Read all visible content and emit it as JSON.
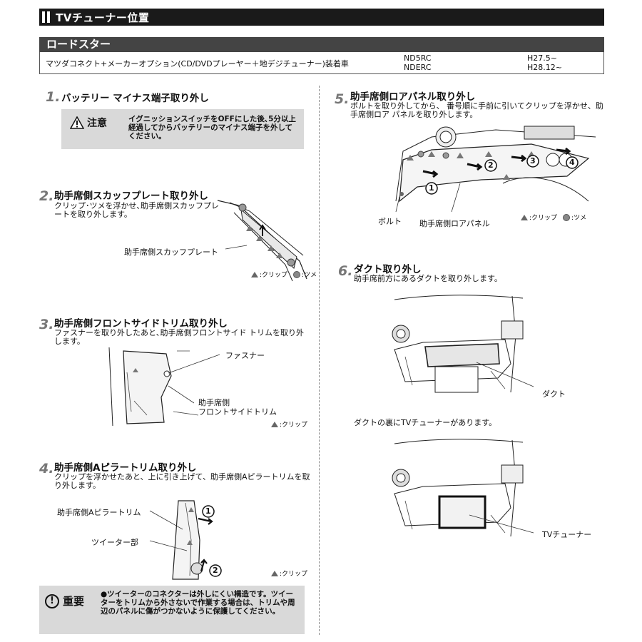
{
  "header": {
    "title": "TVチューナー位置"
  },
  "model": {
    "name": "ロードスター",
    "description": "マツダコネクト+メーカーオプション(CD/DVDプレーヤー＋地デジチューナー)装着車",
    "codes": [
      "ND5RC",
      "NDERC"
    ],
    "dates": [
      "H27.5~",
      "H28.12~"
    ]
  },
  "legend": {
    "clip": ":クリップ",
    "tab": ":ツメ"
  },
  "step1": {
    "number": "1.",
    "title": "バッテリー マイナス端子取り外し",
    "caution_label": "注意",
    "caution_text": "イグニッションスイッチをOFFにした後､5分以上経過してからバッテリーのマイナス端子を外してください。"
  },
  "step2": {
    "number": "2.",
    "title": "助手席側スカッフプレート取り外し",
    "desc": "クリップ･ツメを浮かせ､助手席側スカッフプレートを取り外します。",
    "part_label": "助手席側スカッフプレート"
  },
  "step3": {
    "number": "3.",
    "title": "助手席側フロントサイドトリム取り外し",
    "desc": "ファスナーを取り外したあと､助手席側フロントサイド トリムを取り外します。",
    "fastener_label": "ファスナー",
    "trim_label_1": "助手席側",
    "trim_label_2": "フロントサイドトリム"
  },
  "step4": {
    "number": "4.",
    "title": "助手席側Aピラートリム取り外し",
    "desc": "クリップを浮かせたあと、上に引き上げて、助手席側Aピラートリムを取り外します。",
    "trim_label": "助手席側Aピラートリム",
    "tweeter_label": "ツイーター部",
    "marker_1": "1",
    "marker_2": "2"
  },
  "important": {
    "label": "重要",
    "icon": "!",
    "text": "●ツイーターのコネクターは外しにくい構造です。ツイーターをトリムから外さないで作業する場合は、トリムや周辺のパネルに傷がつかないように保護してください。"
  },
  "step5": {
    "number": "5.",
    "title": "助手席側ロアパネル取り外し",
    "desc": "ボルトを取り外してから、 番号順に手前に引いてクリップを浮かせ、助手席側ロア パネルを取り外します。",
    "bolt_label": "ボルト",
    "panel_label": "助手席側ロアパネル",
    "markers": [
      "1",
      "2",
      "3",
      "4"
    ]
  },
  "step6": {
    "number": "6.",
    "title": "ダクト取り外し",
    "desc": "助手席前方にあるダクトを取り外します。",
    "duct_label": "ダクト",
    "behind_text": "ダクトの裏にTVチューナーがあります。",
    "tuner_label": "TVチューナー"
  },
  "colors": {
    "title_bg": "#1a1a1a",
    "model_bg": "#444444",
    "box_bg": "#d9d9d9",
    "step_num": "#777777"
  }
}
